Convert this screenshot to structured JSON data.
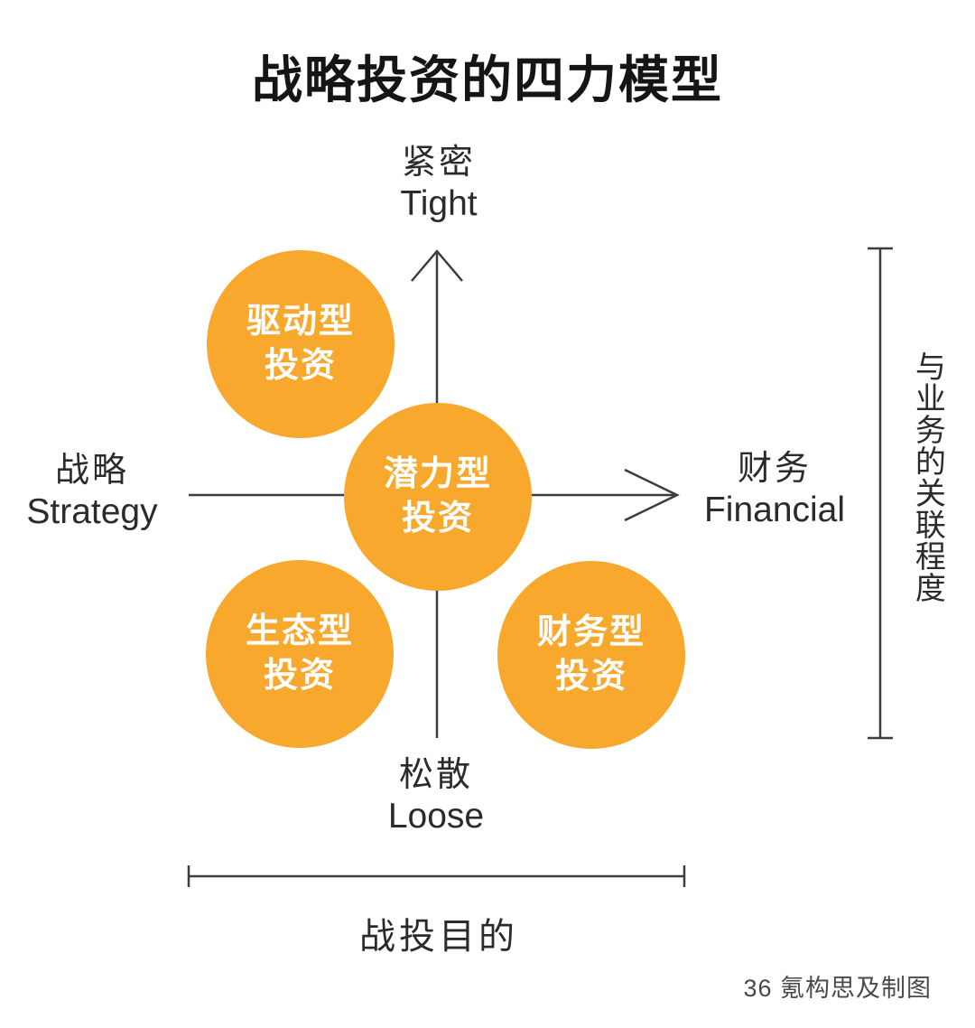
{
  "title": "战略投资的四力模型",
  "axis_labels": {
    "top": {
      "zh": "紧密",
      "en": "Tight"
    },
    "bottom": {
      "zh": "松散",
      "en": "Loose"
    },
    "left": {
      "zh": "战略",
      "en": "Strategy"
    },
    "right": {
      "zh": "财务",
      "en": "Financial"
    }
  },
  "circles": [
    {
      "name": "driving",
      "line1": "驱动型",
      "line2": "投资"
    },
    {
      "name": "potential",
      "line1": "潜力型",
      "line2": "投资"
    },
    {
      "name": "ecosystem",
      "line1": "生态型",
      "line2": "投资"
    },
    {
      "name": "financial",
      "line1": "财务型",
      "line2": "投资"
    }
  ],
  "annotations": {
    "right_axis_meaning": "与业务的关联程度",
    "bottom_axis_meaning": "战投目的",
    "credit": "36 氪构思及制图"
  },
  "colors": {
    "circle_fill": "#F7A82D",
    "circle_text": "#FFFFFF",
    "axis_stroke": "#3D3D3D",
    "title_text": "#151515",
    "label_text": "#2B2B2B",
    "credit_text": "#4A4A4A",
    "background": "#FFFFFF"
  }
}
